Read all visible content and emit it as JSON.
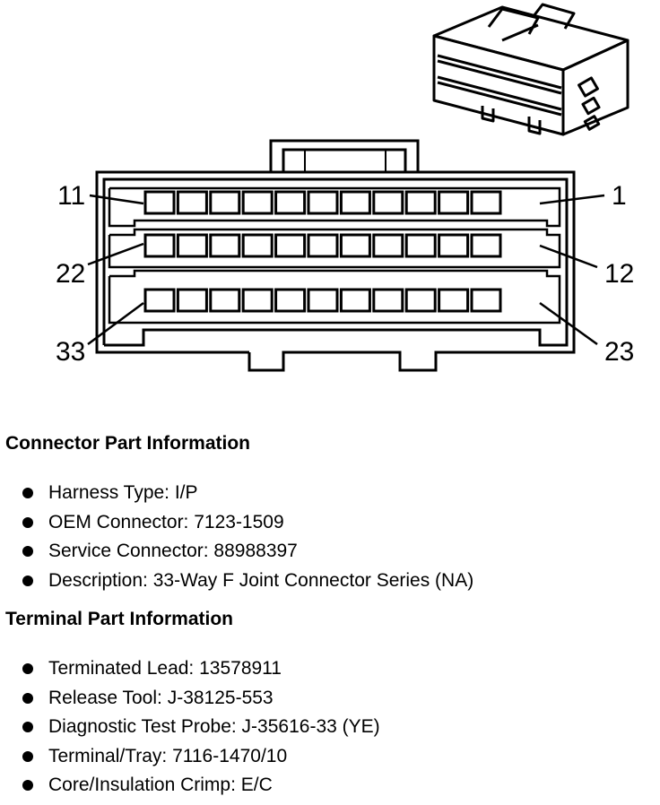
{
  "pin_labels": {
    "row1_left": "11",
    "row1_right": "1",
    "row2_left": "22",
    "row2_right": "12",
    "row3_left": "33",
    "row3_right": "23"
  },
  "connector_section": {
    "title": "Connector Part Information",
    "items": [
      "Harness Type: I/P",
      "OEM Connector: 7123-1509",
      "Service Connector: 88988397",
      "Description: 33-Way F Joint Connector Series (NA)"
    ]
  },
  "terminal_section": {
    "title": "Terminal Part Information",
    "items": [
      "Terminated Lead: 13578911",
      "Release Tool: J-38125-553",
      "Diagnostic Test Probe: J-35616-33 (YE)",
      "Terminal/Tray: 7116-1470/10",
      "Core/Insulation Crimp: E/C"
    ]
  }
}
